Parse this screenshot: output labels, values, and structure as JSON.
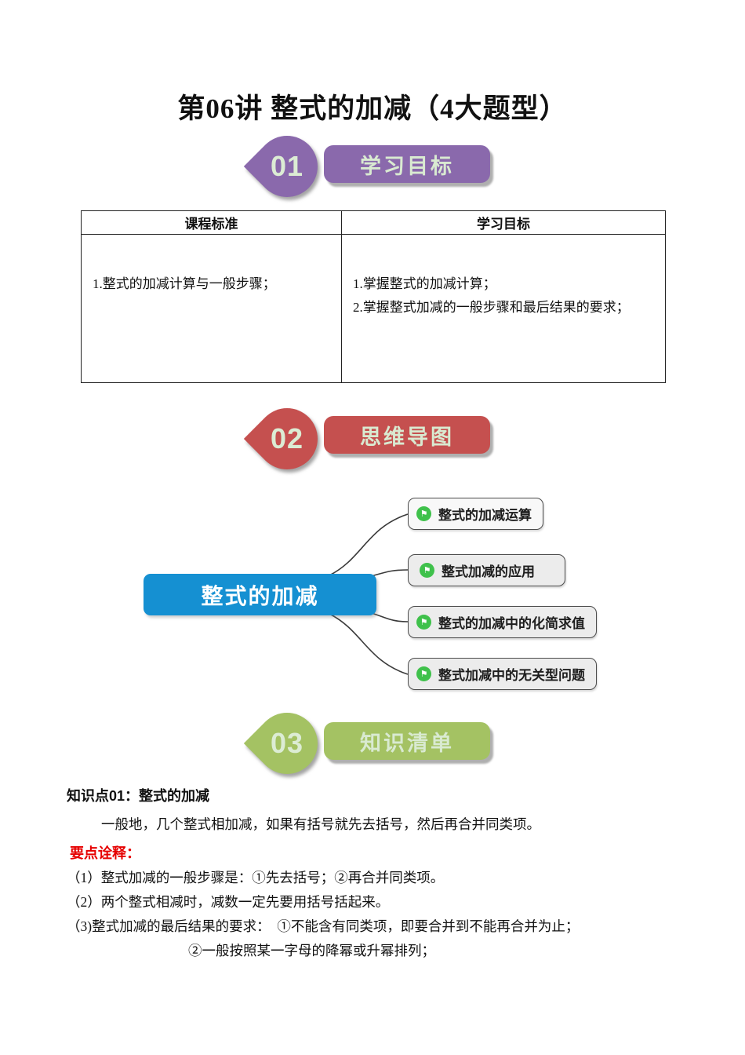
{
  "page": {
    "title": "第06讲 整式的加减（4大题型）"
  },
  "sections": [
    {
      "number": "01",
      "label": "学习目标",
      "color": "#8a69ac"
    },
    {
      "number": "02",
      "label": "思维导图",
      "color": "#c5504f"
    },
    {
      "number": "03",
      "label": "知识清单",
      "color": "#a4c263"
    }
  ],
  "table": {
    "headers": [
      "课程标准",
      "学习目标"
    ],
    "standard_lines": [
      "1.整式的加减计算与一般步骤；"
    ],
    "goal_lines": [
      "1.掌握整式的加减计算；",
      "2.掌握整式加减的一般步骤和最后结果的要求；"
    ]
  },
  "mindmap": {
    "root_label": "整式的加减",
    "root_color": "#1590d2",
    "icon_color": "#3fc14b",
    "icon_glyph": "⚑",
    "branches": [
      {
        "label": "整式的加减运算"
      },
      {
        "label": "整式加减的应用"
      },
      {
        "label": "整式的加减中的化简求值"
      },
      {
        "label": "整式加减中的无关型问题"
      }
    ]
  },
  "knowledge": {
    "heading": "知识点01：整式的加减",
    "intro": "一般地，几个整式相加减，如果有括号就先去括号，然后再合并同类项。",
    "key_label": "要点诠释：",
    "key_color": "#e60000",
    "points": [
      "（1）整式加减的一般步骤是：①先去括号；②再合并同类项。",
      "（2）两个整式相减时，减数一定先要用括号括起来。",
      "（3)整式加减的最后结果的要求：　①不能含有同类项，即要合并到不能再合并为止；",
      "②一般按照某一字母的降幂或升幂排列；"
    ]
  }
}
